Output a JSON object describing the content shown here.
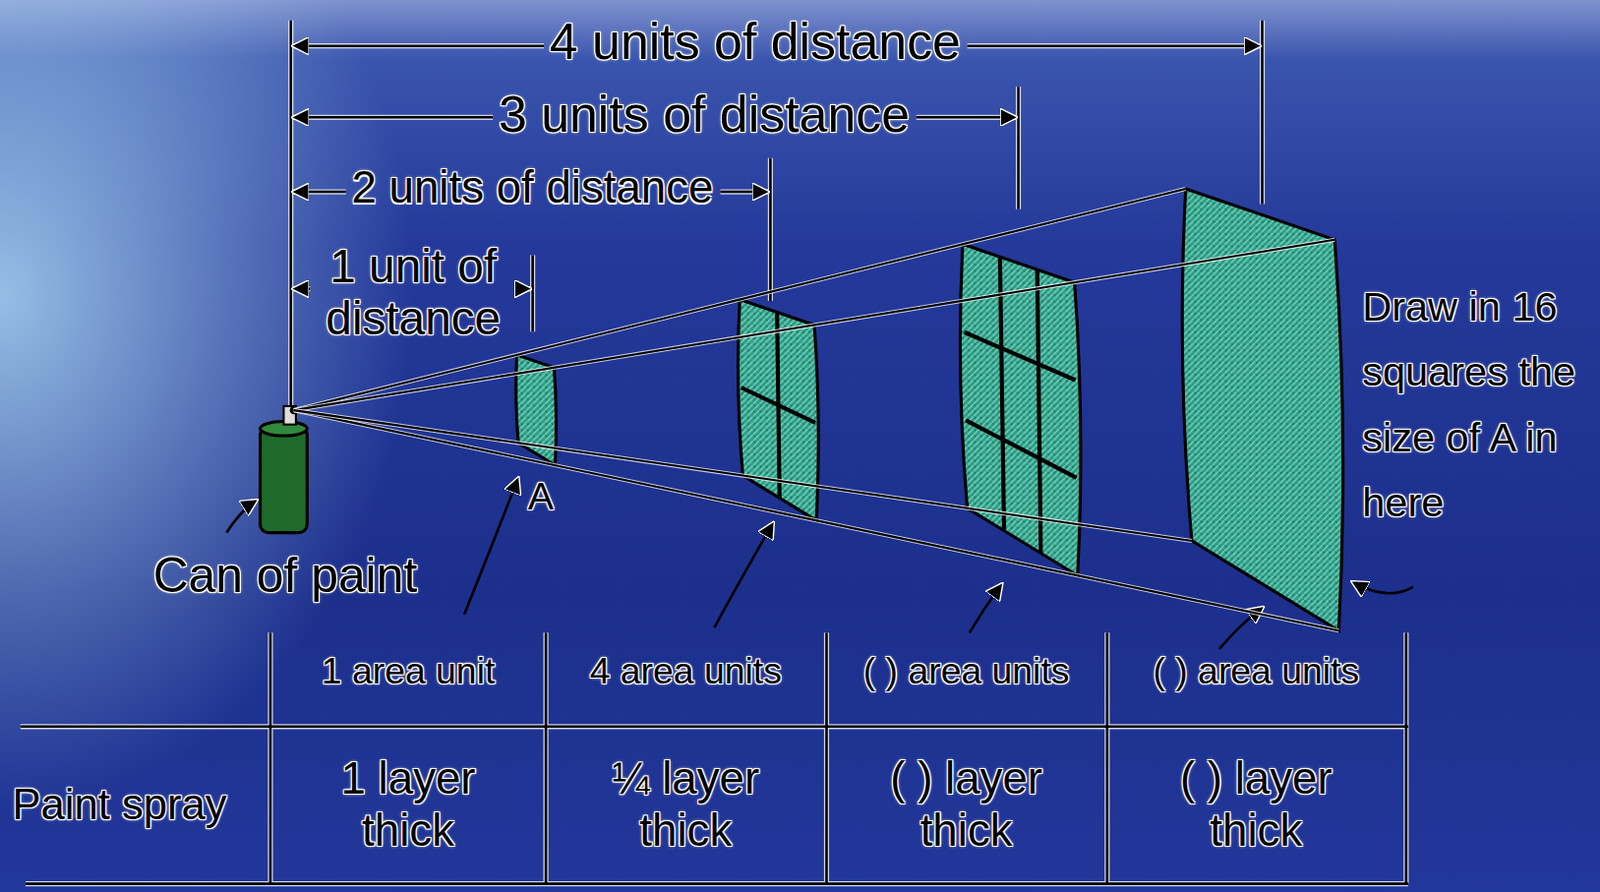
{
  "diagram": {
    "labels": [
      "4 units of distance",
      "3 units of distance",
      "2 units of distance",
      "1 unit of distance",
      "Draw in 16 squares the size of A in here",
      "A",
      "Can of paint",
      "1 area unit",
      "4 area units",
      "( ) area units",
      "( ) area units",
      "Paint spray",
      "1 layer thick",
      "¼ layer thick",
      "( ) layer thick",
      "( ) layer thick"
    ]
  }
}
